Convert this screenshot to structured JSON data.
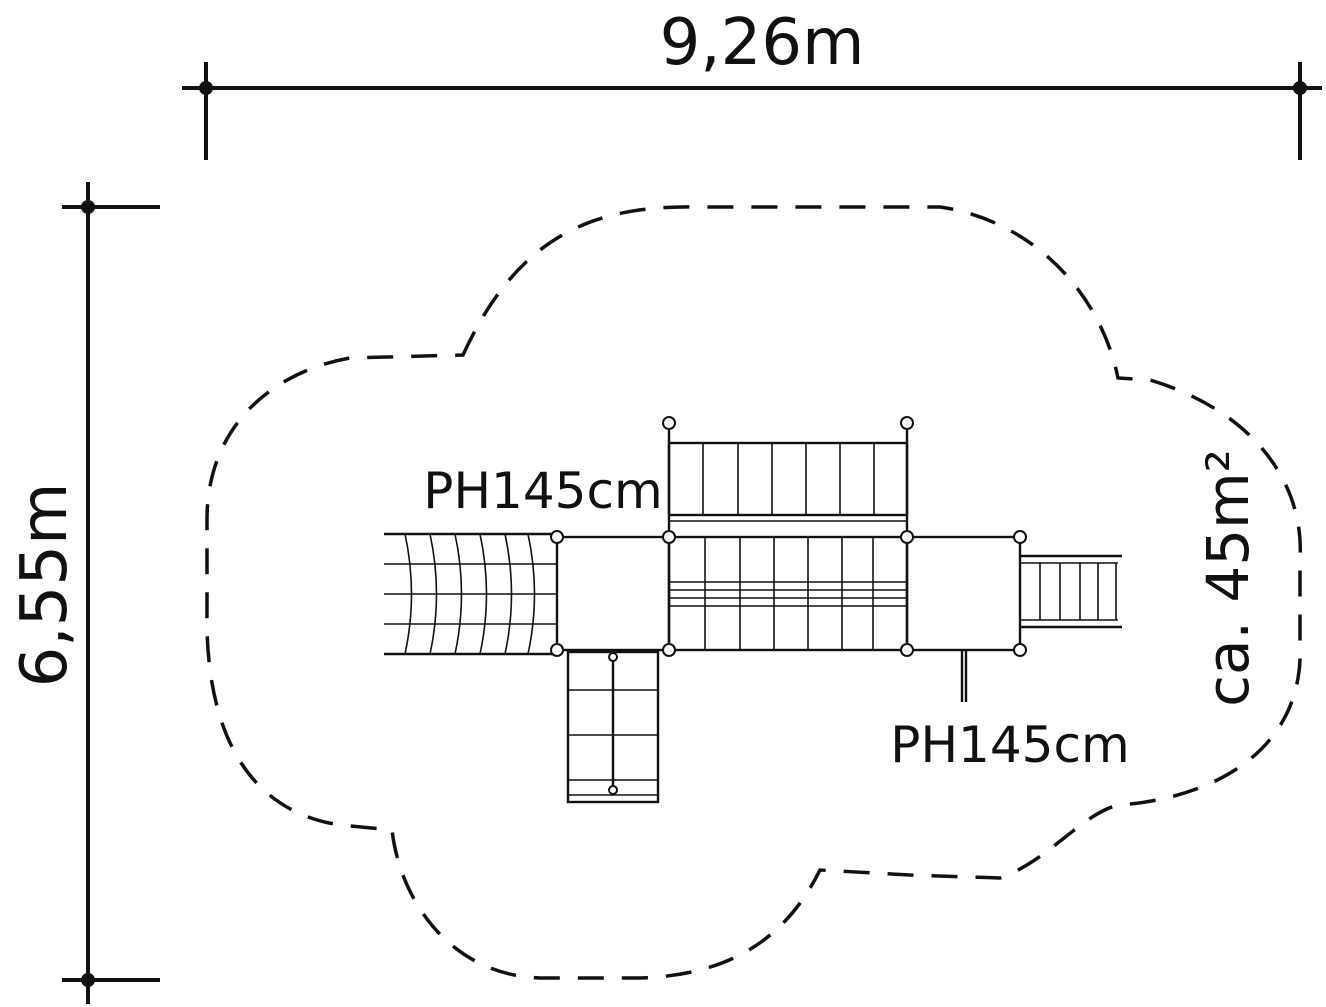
{
  "dimensions": {
    "width_label": "9,26m",
    "height_label": "6,55m"
  },
  "area": {
    "label": "ca. 45m²"
  },
  "platforms": {
    "upper_label": "PH145cm",
    "lower_label": "PH145cm"
  },
  "colors": {
    "ink": "#111111",
    "background": "#ffffff"
  }
}
